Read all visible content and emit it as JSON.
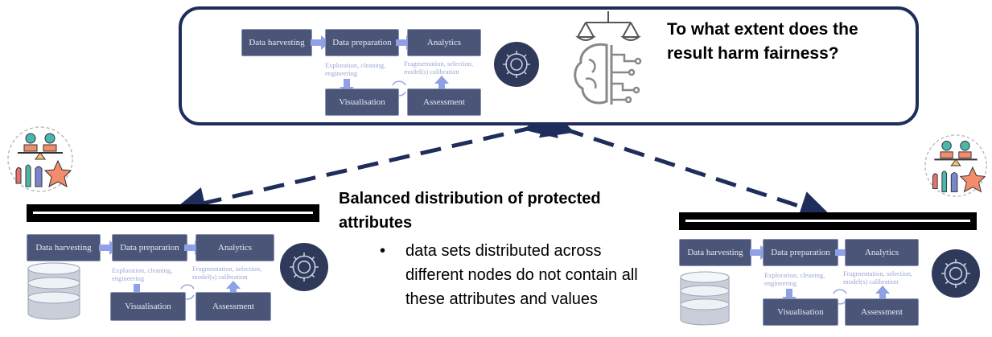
{
  "question": "To what extent does the result harm fairness?",
  "pipeline": {
    "steps": {
      "harvesting": "Data harvesting",
      "preparation": "Data preparation",
      "analytics": "Analytics",
      "visualisation": "Visualisation",
      "assessment": "Assessment"
    },
    "notes": {
      "exploration": "Exploration, cleaning, engineering",
      "fragmentation": "Fragmentation, selection, model(s) calibration"
    }
  },
  "middle": {
    "title": "Balanced distribution of protected attributes",
    "bullet": "data sets distributed across different nodes do not contain all these attributes and values"
  },
  "colors": {
    "frame": "#1f2d5c",
    "step_fill": "#4a5578",
    "arrow_fill": "#8fa0e6",
    "note_text": "#9aa7d8",
    "dashed_arrow": "#1f2d5c"
  },
  "icons": {
    "center_ai": "ai-chip-gear-icon",
    "scale_brain": "scale-brain-icon",
    "people_balance": "people-balance-icon",
    "database": "database-icon"
  }
}
